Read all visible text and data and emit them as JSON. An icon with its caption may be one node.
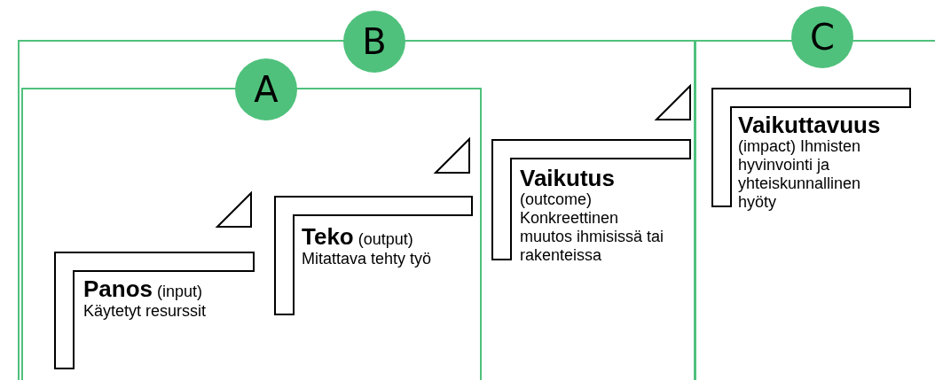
{
  "diagram": {
    "nodes": [
      {
        "text": [
          "B"
        ]
      },
      {
        "text": [
          "A"
        ],
        "in": 0
      },
      {
        "text": [
          "**Panos** (input)",
          "Käytetyt resurssit"
        ],
        "in": 1
      },
      {
        "text": [
          "**Teko** (output)",
          "Mitattava tehty työ"
        ],
        "in": 1
      },
      {
        "text": [
          "Vaikutus",
          "(outcome) Konkreettinen muutos ihmisissä tai rakenteissa"
        ],
        "in": 0
      },
      {
        "text": [
          "C"
        ]
      },
      {
        "text": [
          "Vaikuttavuus",
          "(impact) Ihmisten hyvinvointi ja yhteiskunnallinen hyöty"
        ],
        "in": 5
      }
    ]
  }
}
